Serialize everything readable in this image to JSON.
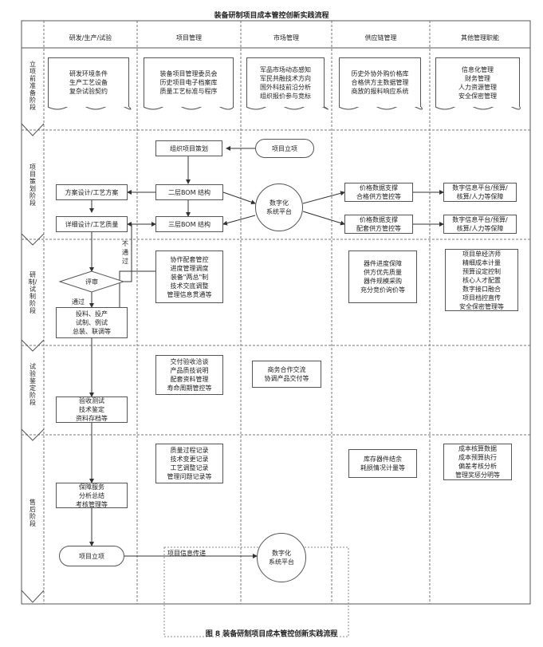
{
  "title": "装备研制项目成本管控创新实践流程",
  "caption": "图 8    装备研制项目成本管控创新实践流程",
  "lanes": [
    "研发/生产/试验",
    "项目管理",
    "市场管理",
    "供应链管理",
    "其他管理职能"
  ],
  "phases": [
    "立项前准备阶段",
    "项目策划阶段",
    "研制/试制阶段",
    "试验鉴定阶段",
    "售后阶段"
  ],
  "prep": {
    "rd": "研发环境条件\n生产工艺设备\n复杂试验契约",
    "pm": "装备项目管理委员会\n历史项目电子档案库\n质量工艺标准与程序",
    "market": "军品市场动态感知\n军民共融技术方向\n国外科技前沿分析\n组织报价参与竞标",
    "supply": "历史外协外购价格库\n合格供方主数据管理\n商放的报料响应系统",
    "other": "信息化管理\n财务管理\n人力资源管理\n安全保密管理"
  },
  "plan": {
    "org": "组织项目策划",
    "start": "项目立项",
    "scheme": "方案设计/工艺方案",
    "bom2": "二层BOM 结构",
    "detail": "详细设计/工艺质量",
    "bom3": "三层BOM 结构",
    "platform": "数字化\n系统平台",
    "sup1": "价格数据支撑\n合格供方管控等",
    "sup2": "价格数据支撑\n配套供方管控等",
    "oth1": "数字信息平台/预算/\n核算/人力等保障",
    "oth2": "数字信息平台/预算/\n核算/人力等保障"
  },
  "dev": {
    "review": "评审",
    "fail": "不\n通\n过",
    "pass": "通过",
    "feed": "投料、投产\n试制、例试\n总装、联调等",
    "pm": "协作配套管控\n进度管理调度\n装备\"两总\"制\n技术交底调整\n管理信息贯通等",
    "supply": "器件进度保障\n供方优先质量\n器件规模采购\n充分竞价询价等",
    "other": "项目单经济师\n精细成本计量\n预算设定控制\n核心人才配置\n数字接口融合\n项目档控直传\n安全保密管理等"
  },
  "test": {
    "rd": "验收测试\n技术鉴定\n资料存档等",
    "pm": "交付验收洽谈\n产品质技说明\n配套资料管理\n寿命周期管控等",
    "market": "商务合作交流\n协调产品交付等"
  },
  "after": {
    "rd": "保障服务\n分析总结\n考核管理等",
    "pm": "质量过程记录\n技术变更记录\n工艺调整记录\n管理问题记录等",
    "supply": "库存器件结余\n耗损情况计量等",
    "other": "成本核算数据\n成本预算执行\n偏差考核分析\n管理奖惩分明等",
    "start": "项目立项",
    "transfer": "项目信息传递",
    "platform": "数字化\n系统平台"
  }
}
